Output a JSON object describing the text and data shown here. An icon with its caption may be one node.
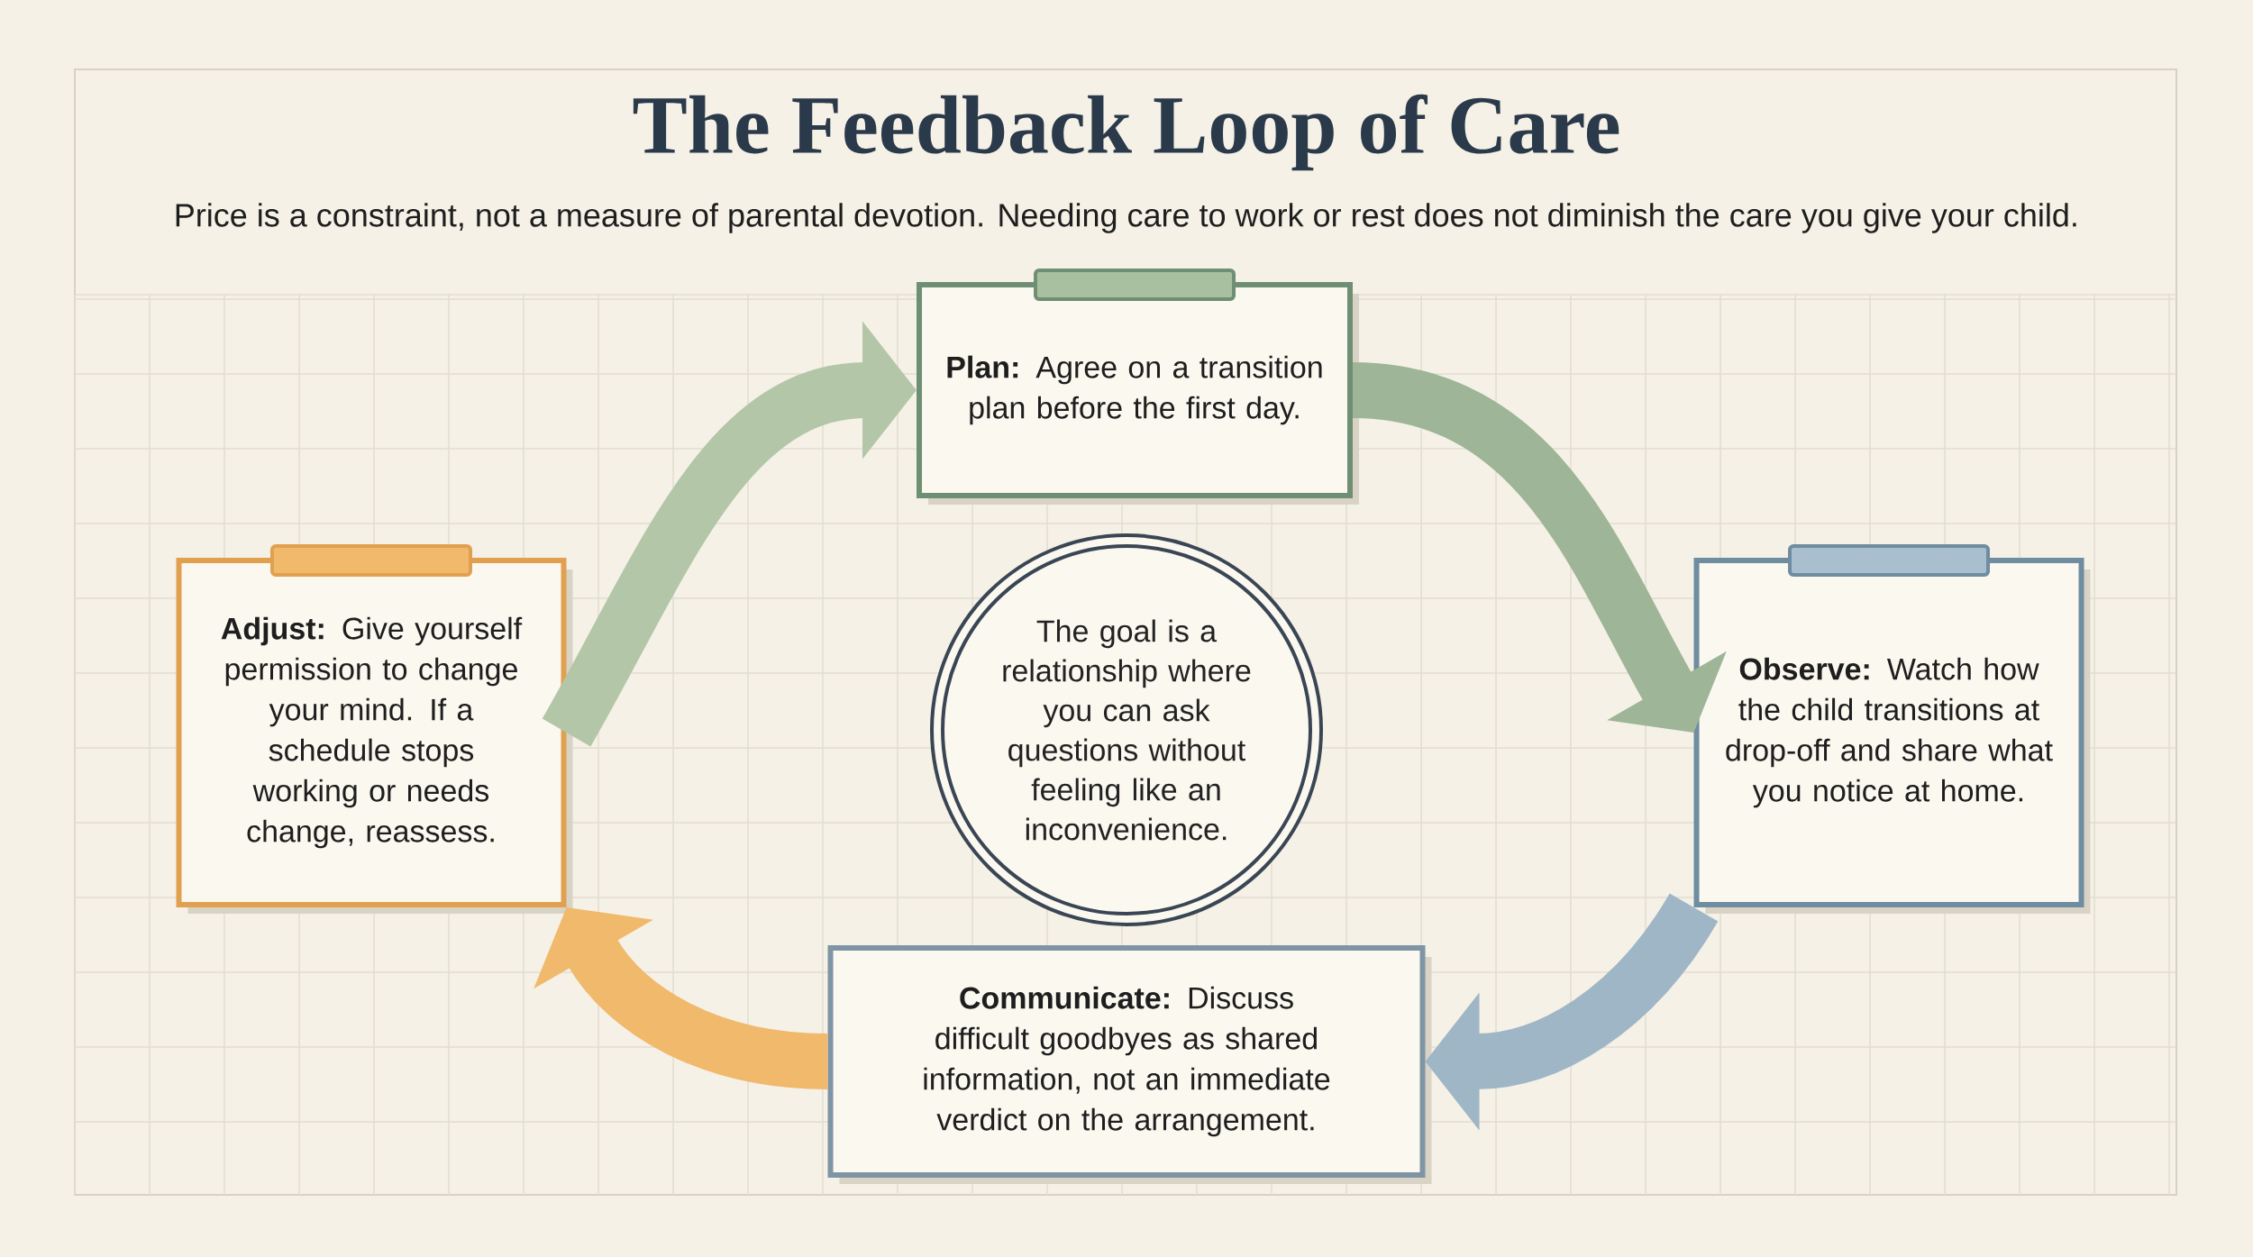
{
  "diagram": {
    "title": "The Feedback Loop of Care",
    "caption": "Price is a constraint, not a measure of parental devotion. Needing care to work or rest does not diminish the care you give your child.",
    "nodes": [
      {
        "text": [
          "**Plan:** Agree on a transition plan before the first day."
        ]
      },
      {
        "text": [
          "**Observe:** Watch how the child transitions at drop-off and share what you notice at home."
        ]
      },
      {
        "text": [
          "**Communicate:** Discuss difficult goodbyes as shared information, not an immediate verdict on the arrangement."
        ]
      },
      {
        "text": [
          "**Adjust:** Give yourself permission to change your mind. If a schedule stops working or needs change, reassess."
        ]
      },
      {
        "text": [
          "The goal is a relationship where you can ask questions without feeling like an inconvenience."
        ]
      }
    ],
    "edges": [
      {
        "from": 0,
        "to": 1,
        "arrow": "to",
        "color": "#9fb597"
      },
      {
        "from": 1,
        "to": 2,
        "arrow": "to",
        "color": "#9fb6c6"
      },
      {
        "from": 2,
        "to": 3,
        "arrow": "to",
        "color": "#f0b96c"
      },
      {
        "from": 3,
        "to": 0,
        "arrow": "to",
        "color": "#b3c7a8"
      }
    ]
  }
}
